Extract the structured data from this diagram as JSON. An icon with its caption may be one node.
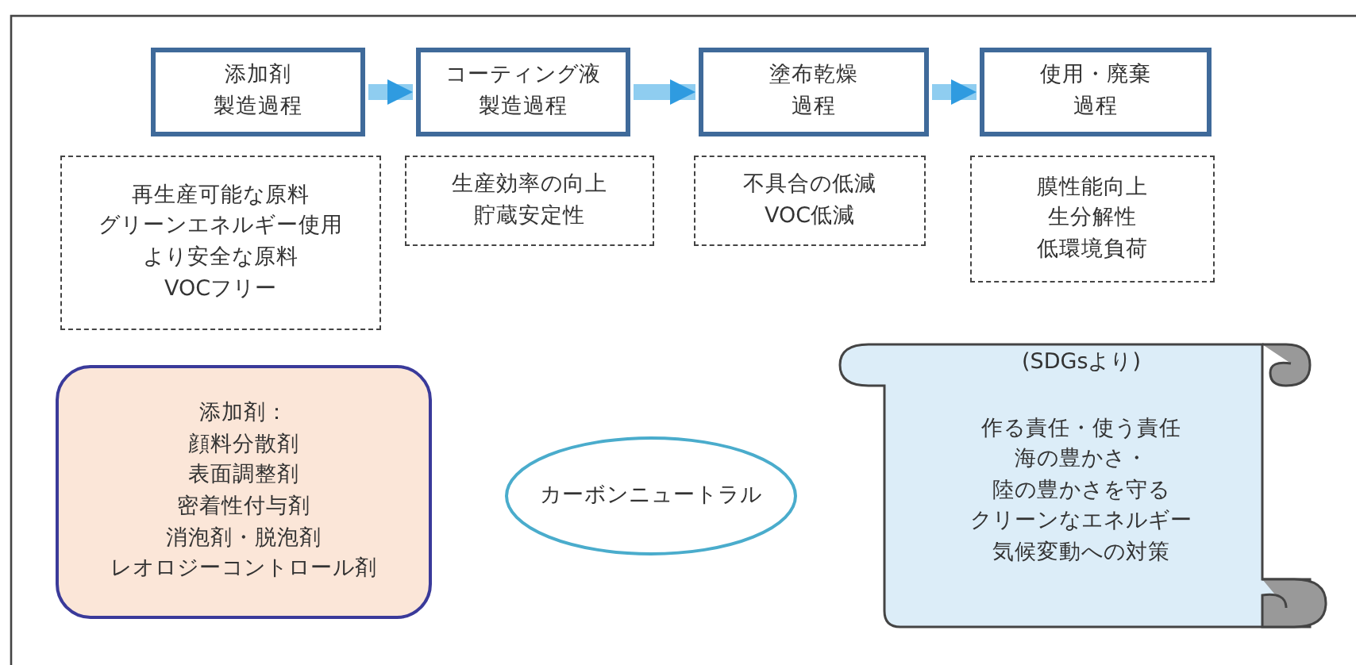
{
  "diagram": {
    "nodes": [
      {
        "text": [
          "添加剤",
          "製造過程"
        ]
      },
      {
        "text": [
          "コーティング液",
          "製造過程"
        ]
      },
      {
        "text": [
          "塗布乾燥",
          "過程"
        ]
      },
      {
        "text": [
          "使用・廃棄",
          "過程"
        ]
      },
      {
        "text": [
          "再生産可能な原料",
          "グリーンエネルギー使用",
          "より安全な原料",
          "VOCフリー"
        ]
      },
      {
        "text": [
          "生産効率の向上",
          "貯蔵安定性"
        ]
      },
      {
        "text": [
          "不具合の低減",
          "VOC低減"
        ]
      },
      {
        "text": [
          "膜性能向上",
          "生分解性",
          "低環境負荷"
        ]
      },
      {
        "text": [
          "添加剤：",
          "顔料分散剤",
          "表面調整剤",
          "密着性付与剤",
          "消泡剤・脱泡剤",
          "レオロジーコントロール剤"
        ]
      },
      {
        "text": [
          "カーボンニュートラル"
        ]
      },
      {
        "text": [
          "(SDGsより)",
          "作る責任・使う責任",
          "海の豊かさ・",
          "陸の豊かさを守る",
          "クリーンなエネルギー",
          "気候変動への対策"
        ]
      }
    ],
    "edges": [
      {
        "from": 0,
        "to": 1,
        "arrow": "to"
      },
      {
        "from": 1,
        "to": 2,
        "arrow": "to"
      },
      {
        "from": 2,
        "to": 3,
        "arrow": "to"
      }
    ]
  }
}
